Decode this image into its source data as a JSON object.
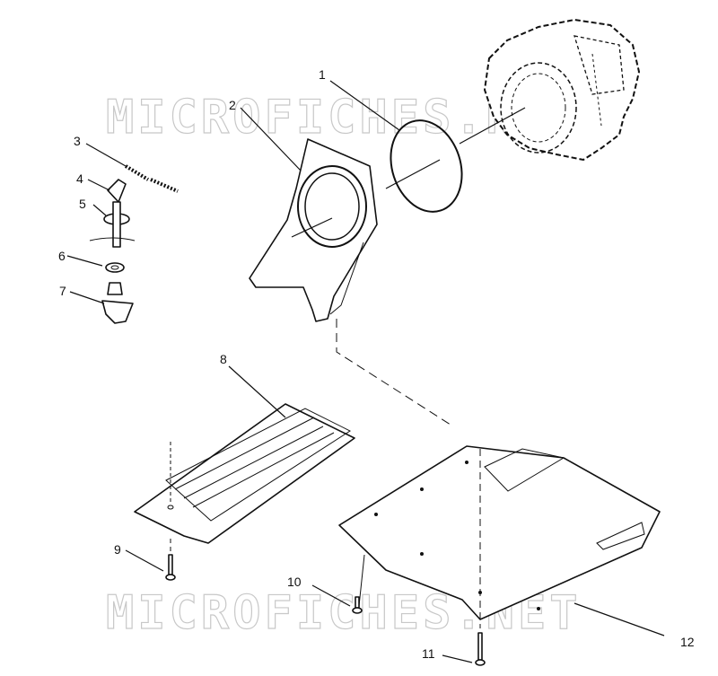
{
  "watermark": {
    "text": "MICROFICHES.NET"
  },
  "callouts": [
    {
      "id": "1",
      "label": "1"
    },
    {
      "id": "2",
      "label": "2"
    },
    {
      "id": "3",
      "label": "3"
    },
    {
      "id": "4",
      "label": "4"
    },
    {
      "id": "5",
      "label": "5"
    },
    {
      "id": "6",
      "label": "6"
    },
    {
      "id": "7",
      "label": "7"
    },
    {
      "id": "8",
      "label": "8"
    },
    {
      "id": "9",
      "label": "9"
    },
    {
      "id": "10",
      "label": "10"
    },
    {
      "id": "11",
      "label": "11"
    },
    {
      "id": "12",
      "label": "12"
    }
  ],
  "colors": {
    "line": "#111111",
    "watermark": "#c8c8c8",
    "background": "#ffffff"
  }
}
